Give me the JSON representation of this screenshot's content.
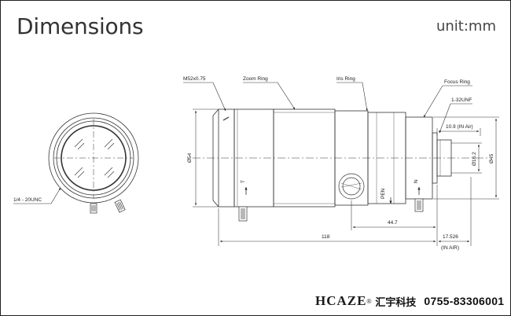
{
  "header": {
    "title": "Dimensions",
    "unit": "unit:mm"
  },
  "labels": {
    "mount_thread": "1/4 - 20UNC",
    "filter_thread": "M52x0.75",
    "zoom_ring": "Zoom Ring",
    "iris_ring": "Iris Ring",
    "focus_ring": "Focus Ring",
    "mount_spec": "1-32UNF",
    "back_focus": "10.9 (IN Air)",
    "diameter_body": "Ø54",
    "diameter_mount": "Ø45",
    "diameter_thread": "Ø16.2",
    "length_total": "118",
    "length_rear": "44.7",
    "flange": "17.526",
    "flange_note": "(IN AIR)",
    "mark_t": "T",
    "mark_n": "N",
    "mark_pen": "PEN"
  },
  "footer": {
    "brand": "HCAZE",
    "brand_mark": "®",
    "company": "汇宇科技",
    "phone": "0755-83306001"
  },
  "colors": {
    "line": "#333333",
    "text": "#222222",
    "frame": "#222222"
  }
}
